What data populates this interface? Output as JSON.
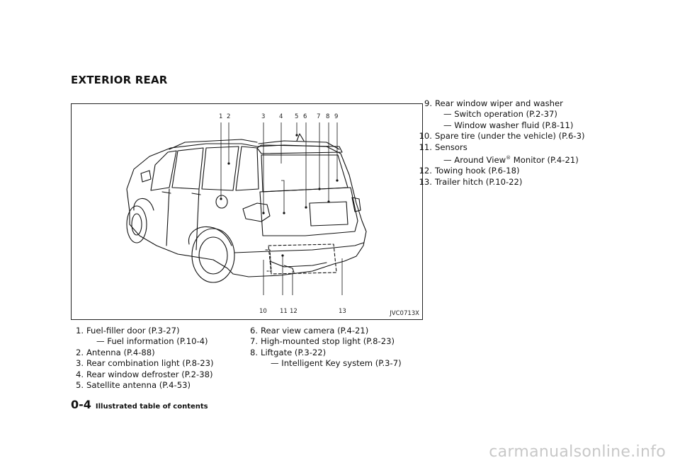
{
  "section_title": "EXTERIOR REAR",
  "figure": {
    "code": "JVC0713X",
    "callouts_top": [
      "1",
      "2",
      "3",
      "4",
      "5",
      "6",
      "7",
      "8",
      "9"
    ],
    "callouts_bottom": [
      "10",
      "11",
      "12",
      "13"
    ]
  },
  "items_col1": [
    {
      "num": "1.",
      "text": "Fuel-filler door (P.3-27)",
      "sub": [
        "— Fuel information (P.10-4)"
      ]
    },
    {
      "num": "2.",
      "text": "Antenna (P.4-88)"
    },
    {
      "num": "3.",
      "text": "Rear combination light (P.8-23)"
    },
    {
      "num": "4.",
      "text": "Rear window defroster (P.2-38)"
    },
    {
      "num": "5.",
      "text": "Satellite antenna (P.4-53)"
    }
  ],
  "items_col2": [
    {
      "num": "6.",
      "text": "Rear view camera (P.4-21)"
    },
    {
      "num": "7.",
      "text": "High-mounted stop light (P.8-23)"
    },
    {
      "num": "8.",
      "text": "Liftgate (P.3-22)",
      "sub": [
        "— Intelligent Key system (P.3-7)"
      ]
    }
  ],
  "items_col3": [
    {
      "num": "9.",
      "text": "Rear window wiper and washer",
      "sub": [
        "— Switch operation (P.2-37)",
        "— Window washer fluid (P.8-11)"
      ]
    },
    {
      "num": "10.",
      "text": "Spare tire (under the vehicle) (P.6-3)"
    },
    {
      "num": "11.",
      "text": "Sensors",
      "sub_around_view": {
        "prefix": "— Around View",
        "sup": "®",
        "suffix": " Monitor (P.4-21)"
      }
    },
    {
      "num": "12.",
      "text": "Towing hook (P.6-18)"
    },
    {
      "num": "13.",
      "text": "Trailer hitch (P.10-22)"
    }
  ],
  "footer": {
    "page_number": "0-4",
    "title": "Illustrated table of contents"
  },
  "watermark": "carmanualsonline.info"
}
